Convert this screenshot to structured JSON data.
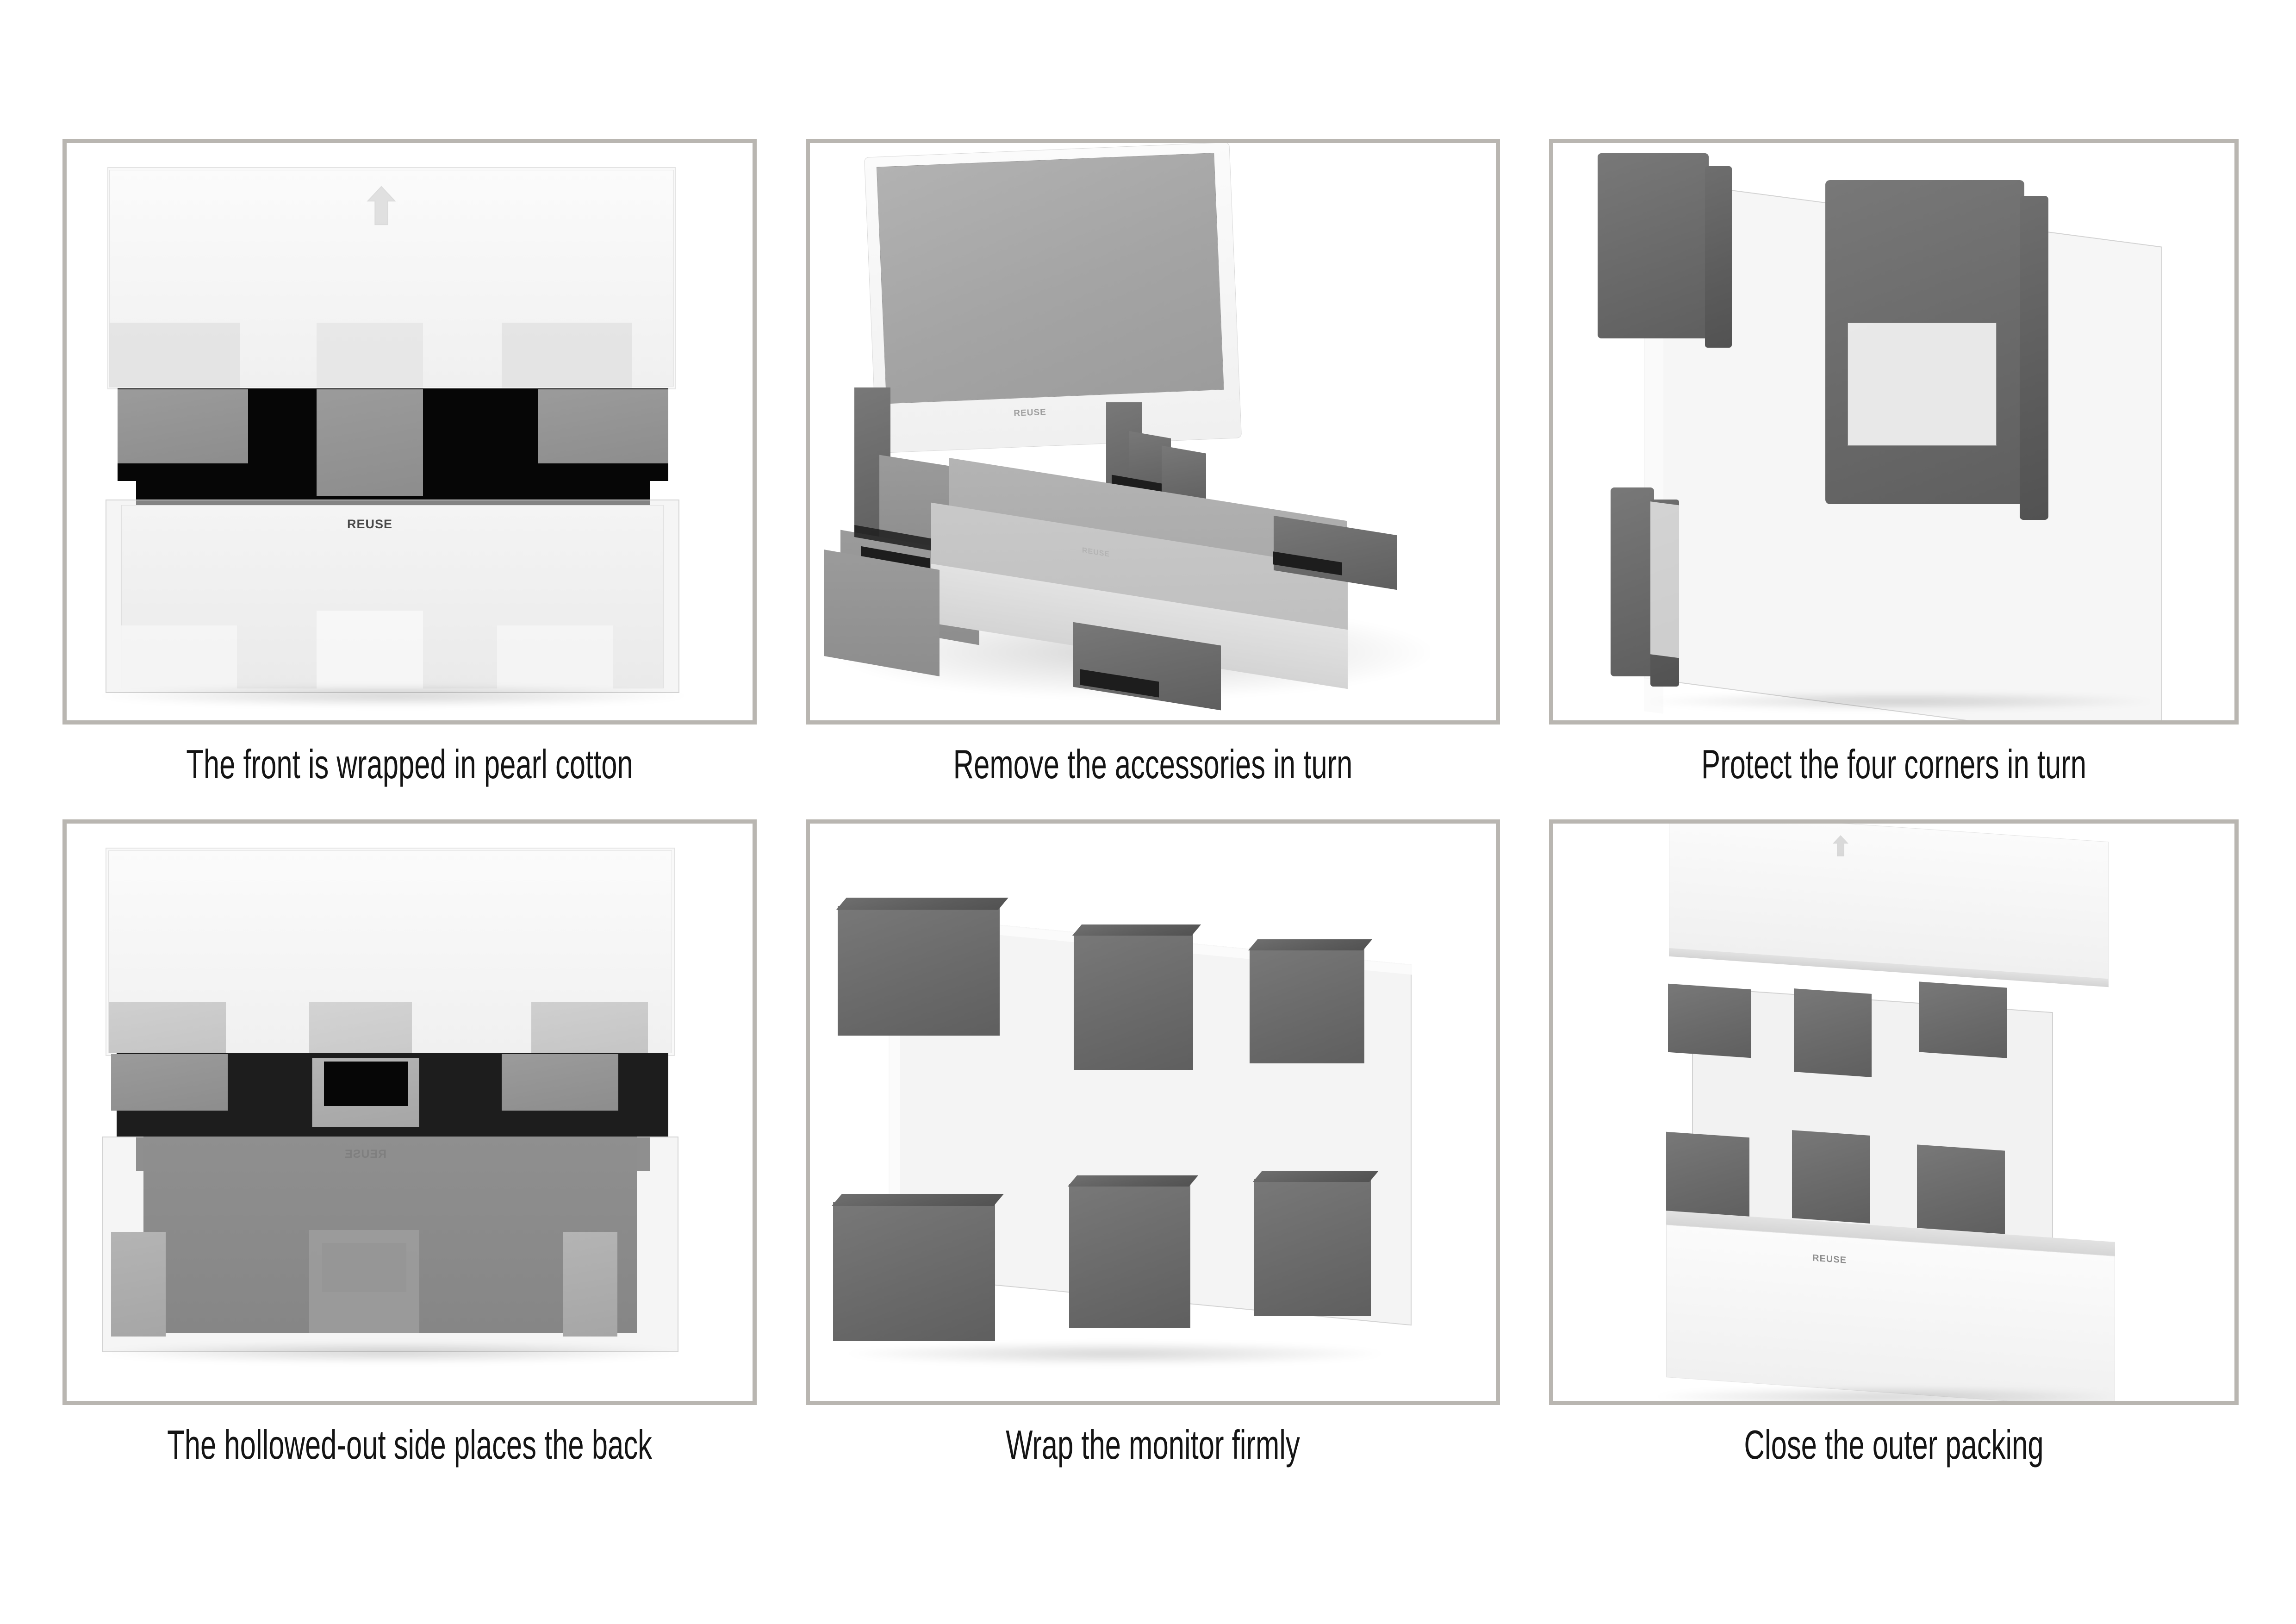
{
  "document": {
    "type": "packaging-instruction-sheet",
    "subject": "monitor repacking steps",
    "background_color": "#ffffff",
    "frame_border_color": "#b9b6b1",
    "caption_color": "#141414"
  },
  "palette": {
    "frame_border": "#b9b6b1",
    "foam_dark": "#6a6a6a",
    "foam_mid": "#8d8d8d",
    "foam_light": "#a6a6a6",
    "carton_white": "#f0f0f0",
    "cavity_black": "#060606",
    "screen_grey": "#a8a8a8",
    "arrow_grey": "#cfcfcf"
  },
  "labels": {
    "reuse": "REUSE",
    "arrow_icon": "this-way-up-arrow"
  },
  "steps": [
    {
      "index": 1,
      "position": "row1-col1",
      "caption": "The front is wrapped in pearl cotton",
      "view": "front elevation",
      "elements": [
        "pearl cotton sleeve",
        "upward arrow marking",
        "foam blocks over black cavity",
        "REUSE carton base"
      ]
    },
    {
      "index": 2,
      "position": "row1-col2",
      "caption": "Remove the accessories in turn",
      "view": "three-quarter isometric",
      "elements": [
        "monitor on stand",
        "screen panel",
        "REUSE bezel label",
        "foam stand supports",
        "accessory tray",
        "pallet base"
      ]
    },
    {
      "index": 3,
      "position": "row1-col3",
      "caption": "Protect the four corners in turn",
      "view": "three-quarter isometric",
      "elements": [
        "corner protector top-left",
        "corner protector top-right with window cut-out",
        "corner protector bottom-left",
        "translucent panel"
      ]
    },
    {
      "index": 4,
      "position": "row2-col1",
      "caption": "The hollowed-out side places the back",
      "view": "rear elevation",
      "elements": [
        "pearl cotton sleeve",
        "foam blocks",
        "hollow bracket window",
        "mirrored REUSE label",
        "grey back panel",
        "corner feet"
      ]
    },
    {
      "index": 5,
      "position": "row2-col2",
      "caption": "Wrap the monitor firmly",
      "view": "three-quarter isometric",
      "elements": [
        "six dark foam pads",
        "translucent monitor panel"
      ],
      "foam_pad_count": 6
    },
    {
      "index": 6,
      "position": "row2-col3",
      "caption": "Close the outer packing",
      "view": "exploded isometric",
      "elements": [
        "carton lid with arrow",
        "wrapped monitor with six foam pads",
        "REUSE carton base"
      ],
      "foam_pad_count": 6
    }
  ]
}
